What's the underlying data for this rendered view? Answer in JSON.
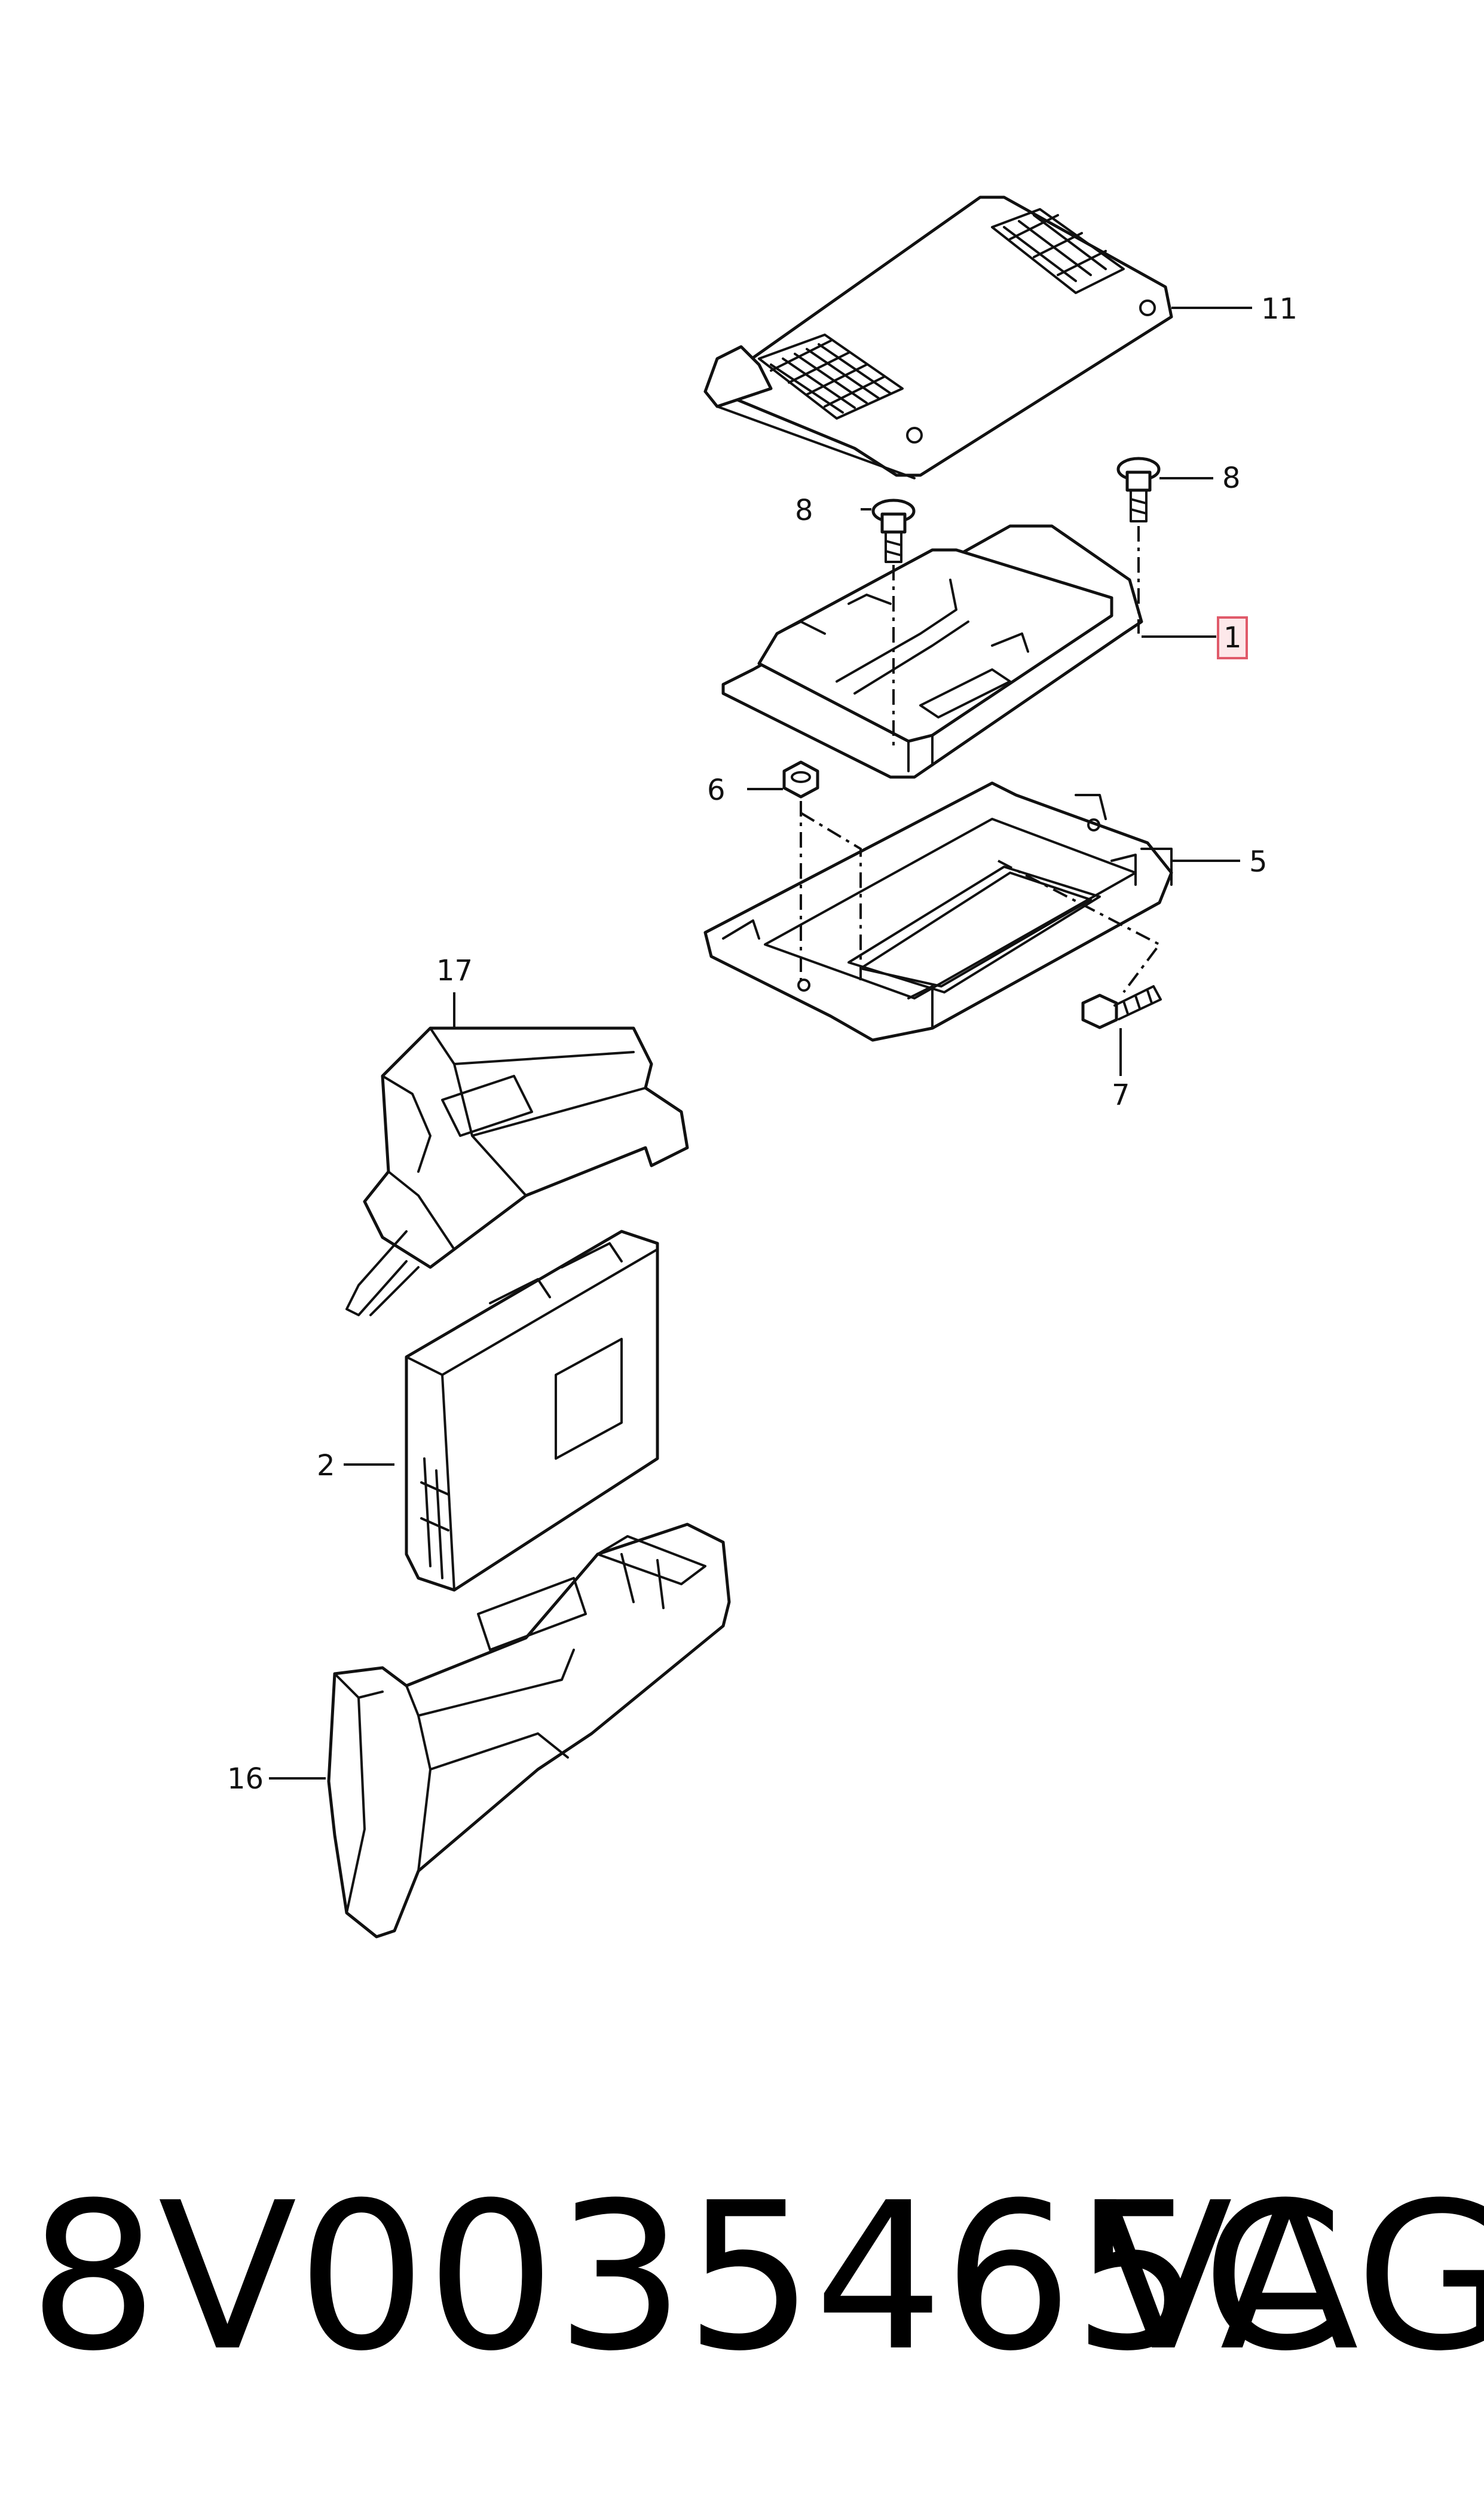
{
  "callouts": {
    "c1": "1",
    "c2": "2",
    "c5": "5",
    "c6": "6",
    "c7": "7",
    "c8a": "8",
    "c8b": "8",
    "c11": "11",
    "c16": "16",
    "c17": "17"
  },
  "highlight_callout": "1",
  "footer": {
    "part_number": "8V0035465C",
    "brand": "VAG"
  },
  "colors": {
    "line": "#111111",
    "highlight_fill": "#fde8ea",
    "highlight_stroke": "#e05a6a"
  }
}
